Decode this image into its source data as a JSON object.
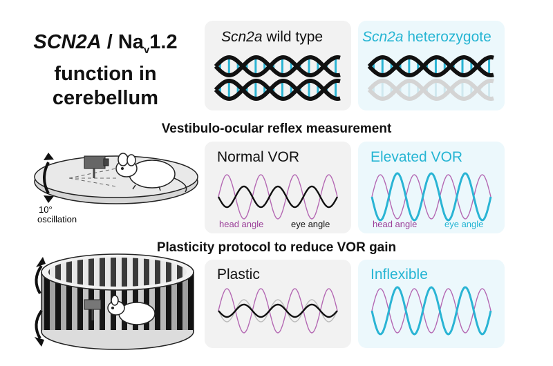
{
  "title": {
    "gene": "SCN2A",
    "sep": " / Na",
    "sub": "v",
    "suffix": "1.2",
    "line2": "function in",
    "line3": "cerebellum"
  },
  "genotypes": {
    "wild_type": {
      "gene": "Scn2a",
      "label": " wild type"
    },
    "het": {
      "gene": "Scn2a",
      "label": " heterozygote"
    }
  },
  "sections": {
    "vor": "Vestibulo-ocular reflex measurement",
    "plasticity": "Plasticity protocol to reduce VOR gain"
  },
  "vor_panels": {
    "normal": {
      "label": "Normal VOR",
      "head": "head angle",
      "eye": "eye angle"
    },
    "elevated": {
      "label": "Elevated VOR",
      "head": "head angle",
      "eye": "eye angle"
    }
  },
  "oscillation": {
    "degrees": "10°",
    "label": "oscillation"
  },
  "plasticity_panels": {
    "plastic": {
      "label": "Plastic"
    },
    "inflexible": {
      "label": "Inflexible"
    }
  },
  "colors": {
    "magenta": "#b468b3",
    "cyan": "#2ab4d4",
    "black": "#111111",
    "panel_gray": "#f2f2f2",
    "panel_cyan": "#ecf8fc"
  }
}
